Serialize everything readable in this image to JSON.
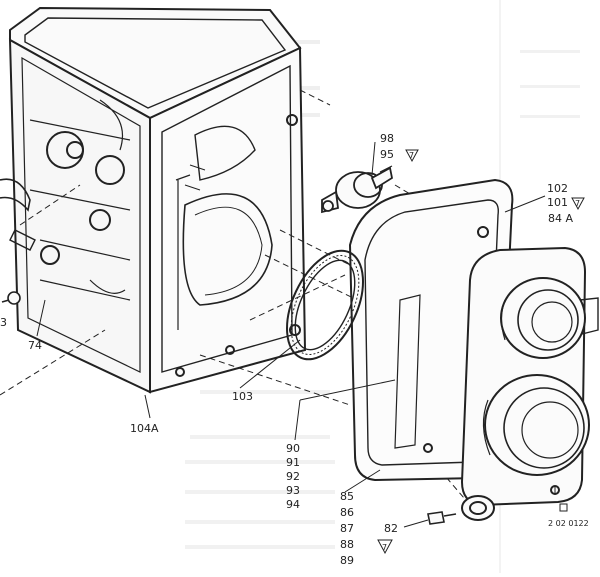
{
  "callouts": {
    "c98": "98",
    "c95": "95",
    "c95_note": "7",
    "c102": "102",
    "c101": "101",
    "c101_note": "7",
    "c84A": "84 A",
    "c74": "74",
    "c3": "3",
    "c103": "103",
    "c104A": "104A",
    "c90": "90",
    "c91": "91",
    "c92": "92",
    "c93": "93",
    "c94": "94",
    "c85": "85",
    "c86": "86",
    "c87": "87",
    "c88": "88",
    "c89": "89",
    "c82": "82",
    "c82_note": "7",
    "ref_id": "2 02 0122"
  },
  "colors": {
    "ink": "#222222",
    "ghost": "#c8c8c8",
    "paper": "#ffffff"
  }
}
